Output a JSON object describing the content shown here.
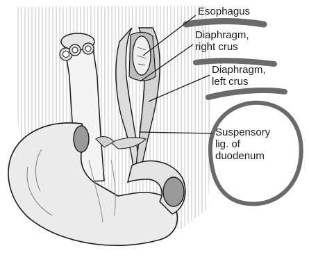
{
  "labels": {
    "esophagus": "Esophagus",
    "right_crus_1": "Diaphragm,",
    "right_crus_2": "right crus",
    "left_crus_1": "Diaphragm,",
    "left_crus_2": "left crus",
    "suspensory_1": "Suspensory",
    "suspensory_2": "lig. of",
    "suspensory_3": "duodenum"
  },
  "colors": {
    "ink": "#1a1a1a",
    "tissue_fill": "#e8e8e8",
    "dark_tissue": "#9a9a9a",
    "brush_highlight": "#6a6a6a"
  }
}
